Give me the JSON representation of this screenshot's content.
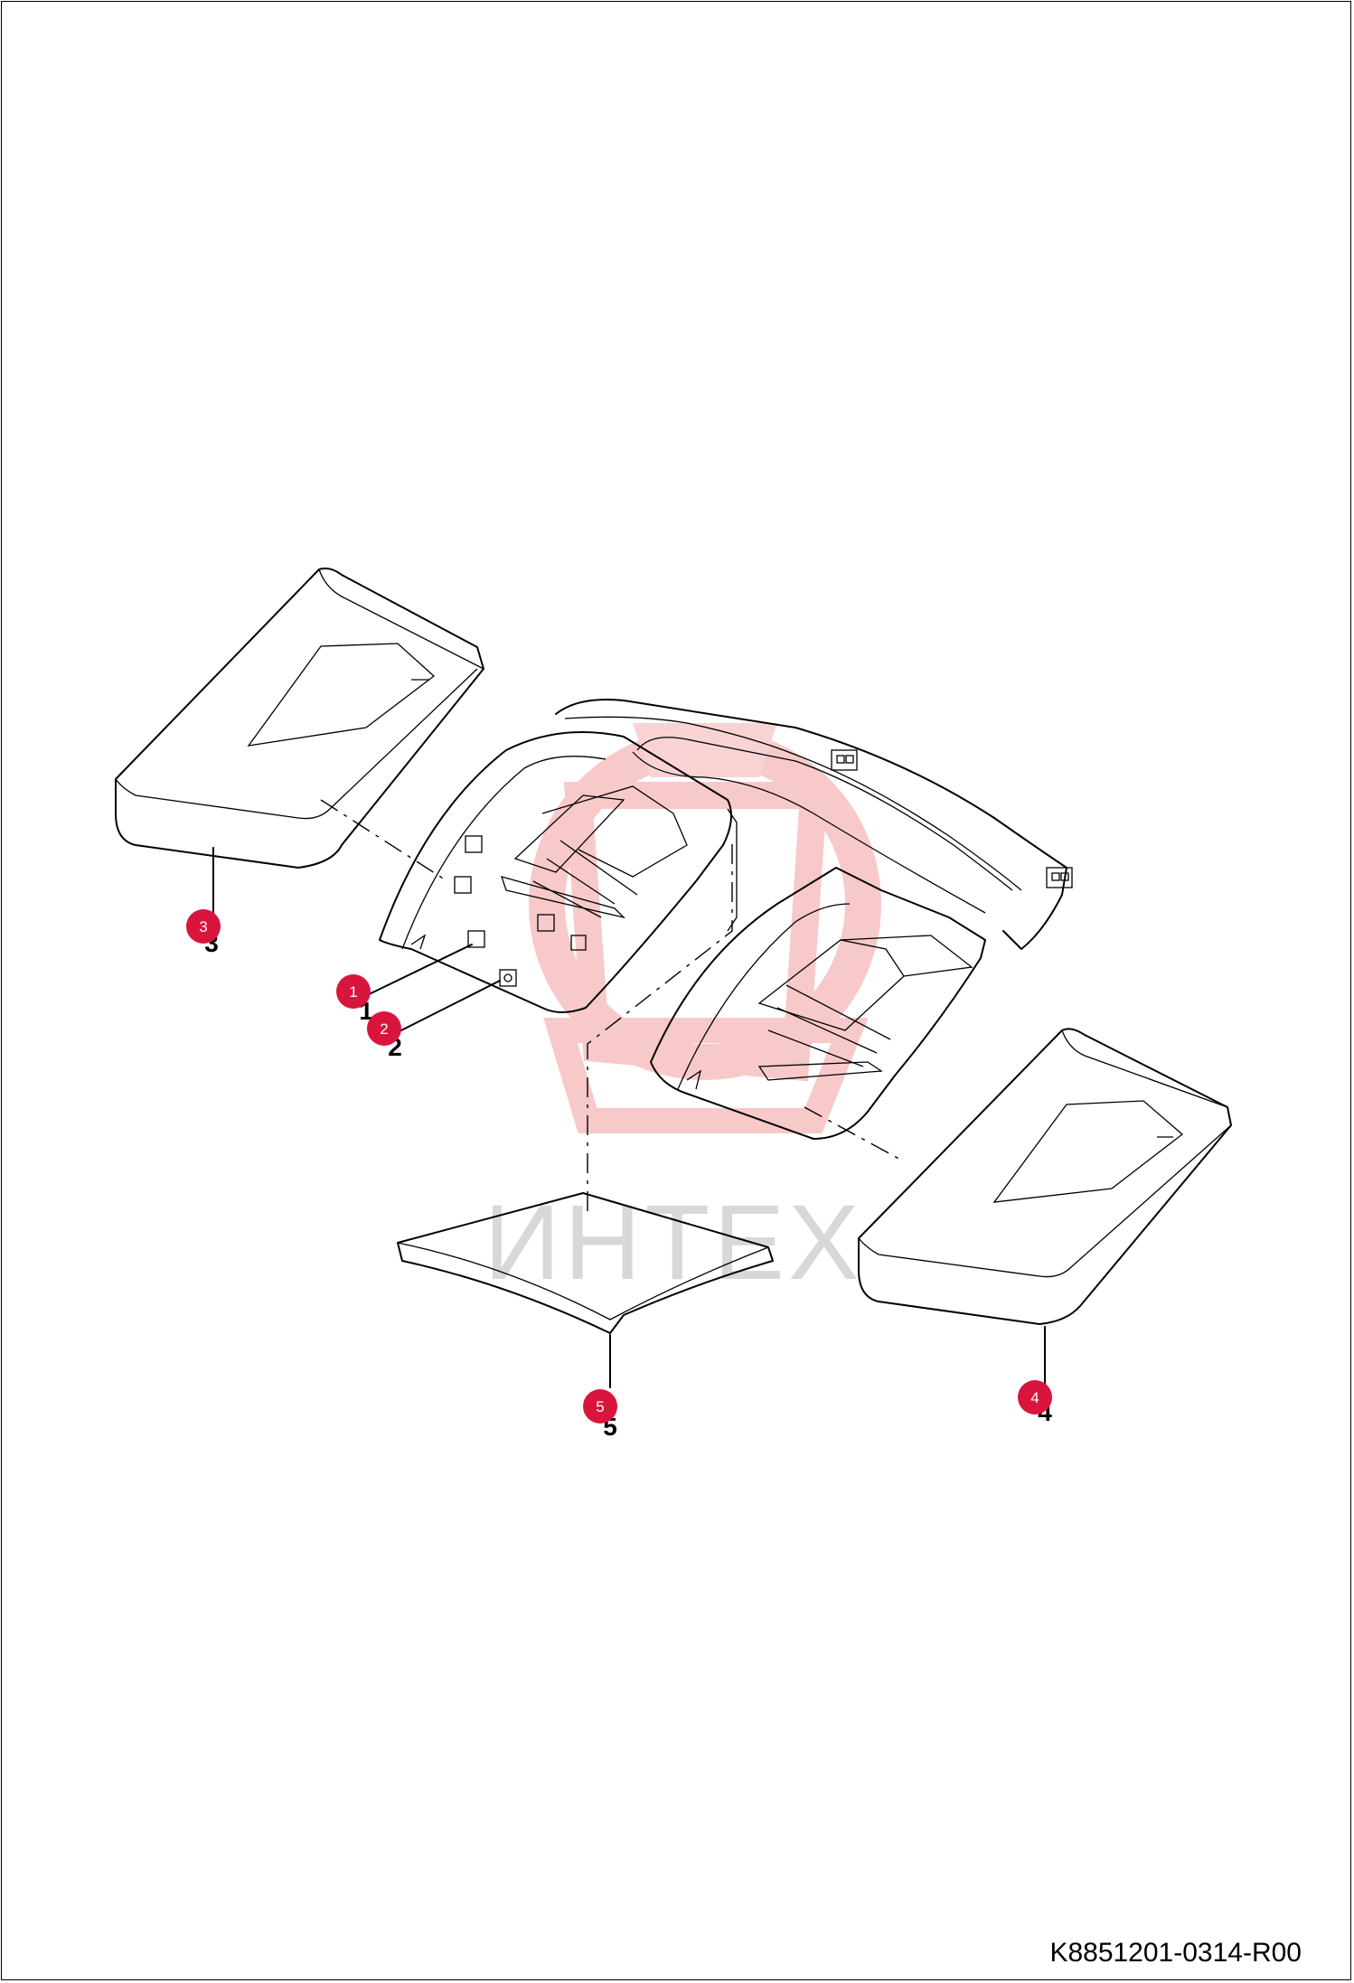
{
  "watermark": {
    "text": "ИНТЕХ",
    "color": "#f2a9a9"
  },
  "callout_color": "#d9153e",
  "callouts": [
    {
      "id": "1",
      "part_number": "1"
    },
    {
      "id": "2",
      "part_number": "2"
    },
    {
      "id": "3",
      "part_number": "3"
    },
    {
      "id": "4",
      "part_number": "4"
    },
    {
      "id": "5",
      "part_number": "5"
    }
  ],
  "document_id": "K8851201-0314-R00"
}
